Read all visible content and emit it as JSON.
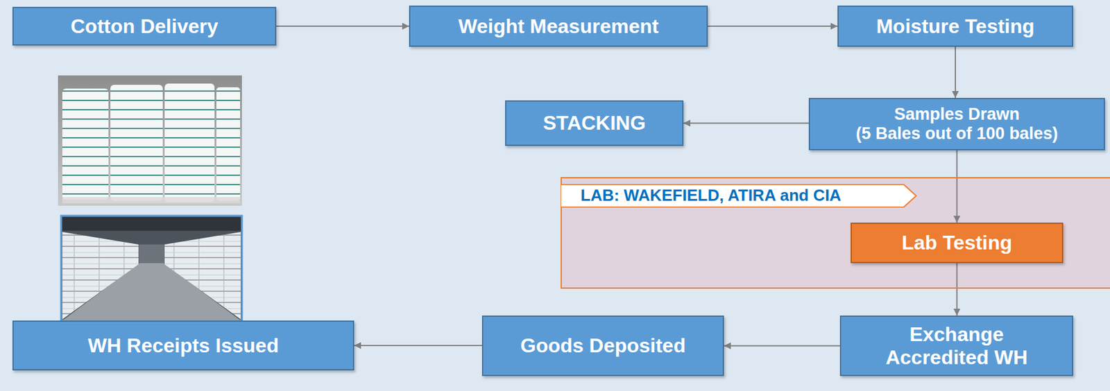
{
  "diagram": {
    "nodes": [
      {
        "text": [
          "Cotton Delivery"
        ]
      },
      {
        "text": [
          "Weight Measurement"
        ]
      },
      {
        "text": [
          "Moisture Testing"
        ]
      },
      {
        "text": [
          "STACKING"
        ]
      },
      {
        "text": [
          "Samples Drawn",
          "(5 Bales out of 100 bales)"
        ]
      },
      {
        "text": [
          "LAB: WAKEFIELD, ATIRA and CIA"
        ]
      },
      {
        "text": [
          "Lab Testing"
        ],
        "in": 5
      },
      {
        "text": [
          "Exchange Accredited WH"
        ]
      },
      {
        "text": [
          "Goods Deposited"
        ]
      },
      {
        "text": [
          "WH Receipts Issued"
        ]
      }
    ],
    "edges": [
      {
        "from": 0,
        "to": 1,
        "arrow": "to"
      },
      {
        "from": 1,
        "to": 2,
        "arrow": "to"
      },
      {
        "from": 2,
        "to": 4,
        "arrow": "to"
      },
      {
        "from": 4,
        "to": 3,
        "arrow": "to"
      },
      {
        "from": 4,
        "to": 6,
        "arrow": "to"
      },
      {
        "from": 6,
        "to": 7,
        "arrow": "to"
      },
      {
        "from": 7,
        "to": 8,
        "arrow": "to"
      },
      {
        "from": 8,
        "to": 9,
        "arrow": "to"
      }
    ]
  }
}
